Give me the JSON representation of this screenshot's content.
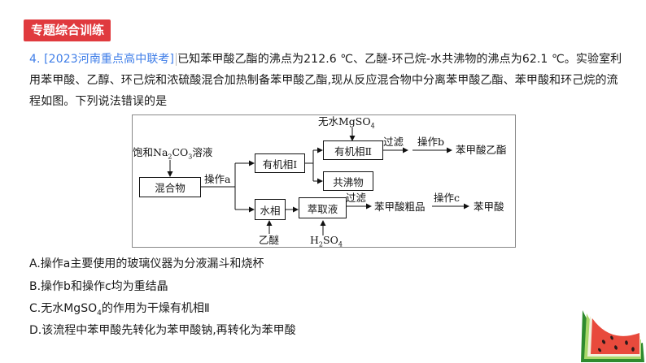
{
  "header": {
    "badge": "专题综合训练"
  },
  "question": {
    "number": "4.",
    "source": "[2023河南重点高中联考]",
    "stem": "已知苯甲酸乙酯的沸点为212.6 ℃、乙醚-环己烷-水共沸物的沸点为62.1 ℃。实验室利用苯甲酸、乙醇、环己烷和浓硫酸混合加热制备苯甲酸乙酯,现从反应混合物中分离苯甲酸乙酯、苯甲酸和环己烷的流程如图。下列说法错误的是"
  },
  "diagram": {
    "reagent_top": {
      "pre": "饱和Na",
      "sub1": "2",
      "mid": "CO",
      "sub2": "3",
      "post": "溶液"
    },
    "mgso4": {
      "pre": "无水MgSO",
      "sub": "4"
    },
    "mixture": "混合物",
    "op_a": "操作a",
    "organic_1": "有机相Ⅰ",
    "organic_2": "有机相Ⅱ",
    "azeotrope": "共沸物",
    "aqueous": "水相",
    "extract": "萃取液",
    "filter_1": "过滤",
    "filter_2": "过滤",
    "op_b": "操作b",
    "product_ester": "苯甲酸乙酯",
    "crude_acid": "苯甲酸粗品",
    "op_c": "操作c",
    "product_acid": "苯甲酸",
    "ether": "乙醚",
    "h2so4": {
      "pre": "H",
      "sub1": "2",
      "mid": "SO",
      "sub2": "4"
    }
  },
  "options": {
    "a": "A.操作a主要使用的玻璃仪器为分液漏斗和烧杯",
    "b": "B.操作b和操作c均为重结晶",
    "c_pre": "C.无水MgSO",
    "c_sub": "4",
    "c_post": "的作用为干燥有机相Ⅱ",
    "d": "D.该流程中苯甲酸先转化为苯甲酸钠,再转化为苯甲酸"
  }
}
